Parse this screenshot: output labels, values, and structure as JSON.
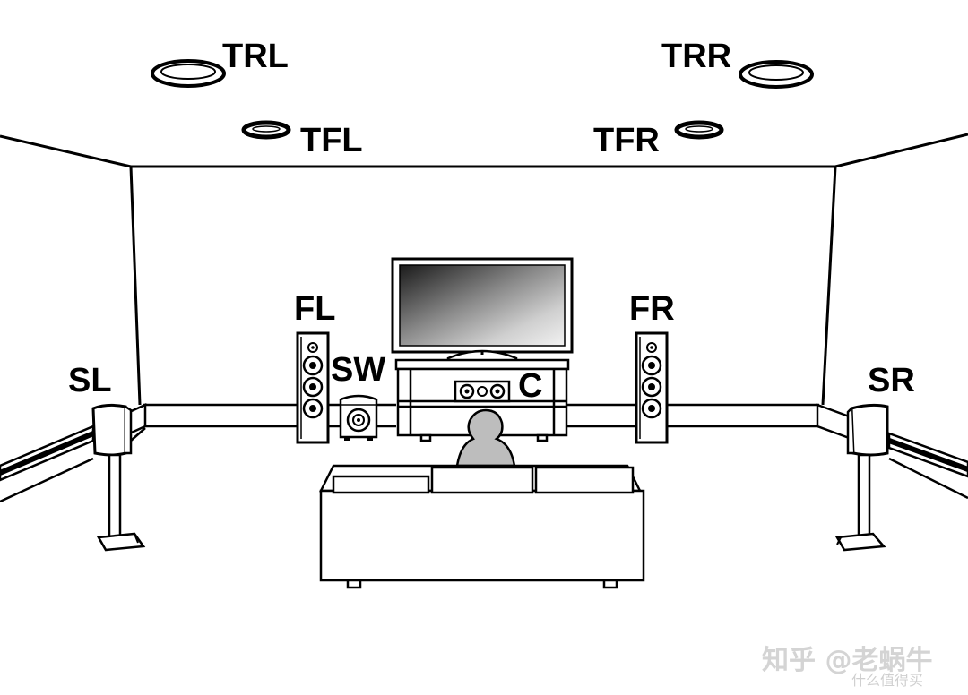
{
  "labels": {
    "trl": "TRL",
    "trr": "TRR",
    "tfl": "TFL",
    "tfr": "TFR",
    "fl": "FL",
    "fr": "FR",
    "sw": "SW",
    "c": "C",
    "sl": "SL",
    "sr": "SR"
  },
  "watermark": {
    "main": "知乎 @老蜗牛",
    "sub": "什么值得买"
  },
  "icons": {
    "ceiling_speaker": "ceiling-speaker-icon",
    "tower_speaker": "tower-speaker-icon",
    "subwoofer": "subwoofer-icon",
    "center_speaker": "center-speaker-icon",
    "surround_speaker": "surround-speaker-icon",
    "tv": "tv-icon",
    "listener": "listener-icon",
    "sofa": "sofa-icon"
  },
  "colors": {
    "line": "#000000",
    "background": "#ffffff",
    "watermark": "#d4d4d4"
  }
}
